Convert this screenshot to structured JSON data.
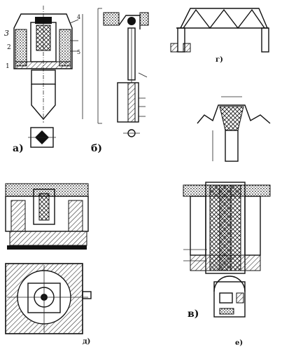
{
  "labels": {
    "a": "а)",
    "b": "б)",
    "g": "г)",
    "d": "д)",
    "e": "е)",
    "v": "в)"
  },
  "callouts": {
    "fig_a_3": "3",
    "fig_a_2": "2",
    "fig_a_1": "1",
    "fig_a_4": "4",
    "fig_a_5": "5"
  },
  "colors": {
    "ink": "#111111",
    "paper": "#ffffff",
    "hatch": "#333333"
  }
}
